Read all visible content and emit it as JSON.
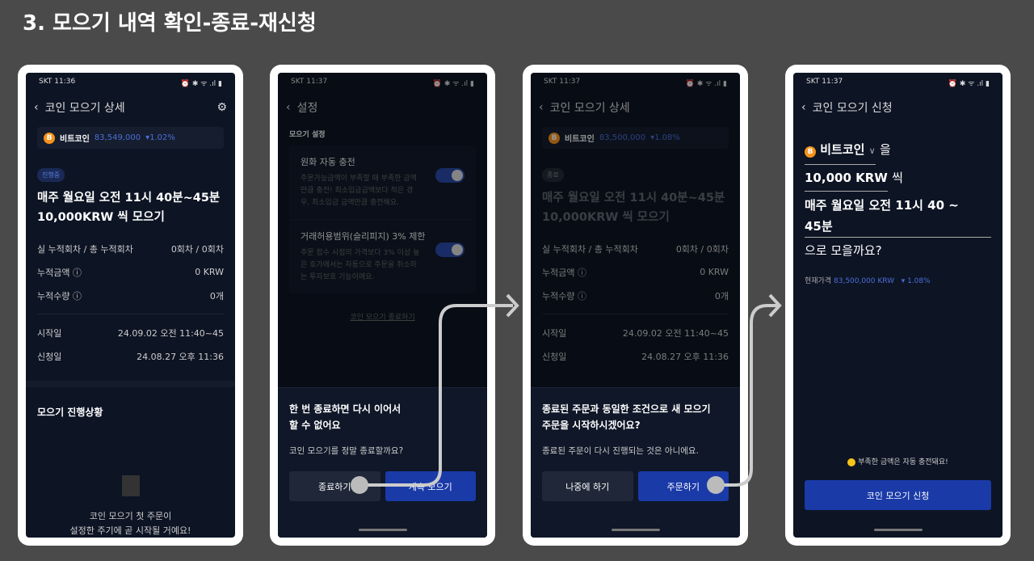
{
  "title": "3. 모으기 내역 확인-종료-재신청",
  "status": [
    {
      "carrier": "SKT 11:36"
    },
    {
      "carrier": "SKT 11:37"
    },
    {
      "carrier": "SKT 11:37"
    },
    {
      "carrier": "SKT 11:37"
    }
  ],
  "s1": {
    "header": "코인 모으기 상세",
    "coin": "비트코인",
    "price": "83,549,000",
    "change": "▾1.02%",
    "badge": "진행중",
    "line1": "매주 월요일 오전 11시 40분~45분",
    "line2": "10,000KRW 씩 모으기",
    "rows": [
      {
        "k": "실 누적회차 / 총 누적회차",
        "v": "0회차 / 0회차"
      },
      {
        "k": "누적금액 ⓘ",
        "v": "0 KRW"
      },
      {
        "k": "누적수량 ⓘ",
        "v": "0개"
      }
    ],
    "dates": [
      {
        "k": "시작일",
        "v": "24.09.02 오전 11:40~45"
      },
      {
        "k": "신청일",
        "v": "24.08.27 오후 11:36"
      }
    ],
    "progress_title": "모으기 진행상황",
    "empty1": "코인 모으기 첫 주문이",
    "empty2": "설정한 주기에 곧 시작될 거예요!"
  },
  "s2": {
    "header": "설정",
    "section": "모으기 설정",
    "settings": [
      {
        "title": "원화 자동 충전",
        "desc": "주문가능금액이 부족할 때 부족한 금액만큼 충전! 최소입금금액보다 적은 경우, 최소입금 금액만큼 충전해요.",
        "on": true
      },
      {
        "title": "거래허용범위(슬리피지) 3% 제한",
        "desc": "주문 접수 시점의 가격보다 3% 이상 높은 호가에서는 자동으로 주문을 취소하는 투자보호 기능이에요.",
        "on": true
      }
    ],
    "end_link": "코인 모으기 종료하기",
    "sheet_title1": "한 번 종료하면 다시 이어서",
    "sheet_title2": "할 수 없어요",
    "sheet_body": "코인 모으기를 정말 종료할까요?",
    "btn_end": "종료하기",
    "btn_continue": "계속 모으기"
  },
  "s3": {
    "header": "코인 모으기 상세",
    "coin": "비트코인",
    "price": "83,500,000",
    "change": "▾1.08%",
    "badge": "종료",
    "line1": "매주 월요일 오전 11시 40분~45분",
    "line2": "10,000KRW 씩 모으기",
    "rows": [
      {
        "k": "실 누적회차 / 총 누적회차",
        "v": "0회차 / 0회차"
      },
      {
        "k": "누적금액 ⓘ",
        "v": "0 KRW"
      },
      {
        "k": "누적수량 ⓘ",
        "v": "0개"
      }
    ],
    "dates": [
      {
        "k": "시작일",
        "v": "24.09.02 오전 11:40~45"
      },
      {
        "k": "신청일",
        "v": "24.08.27 오후 11:36"
      }
    ],
    "sheet_title1": "종료된 주문과 동일한 조건으로 새 모으기",
    "sheet_title2": "주문을 시작하시겠어요?",
    "sheet_body": "종료된 주문이 다시 진행되는 것은 아니에요.",
    "btn_later": "나중에 하기",
    "btn_order": "주문하기"
  },
  "s4": {
    "header": "코인 모으기 신청",
    "coin": "비트코인",
    "coin_suffix": "을",
    "amount": "10,000 KRW",
    "amount_suffix": "씩",
    "schedule1": "매주 월요일 오전 11시 40 ~",
    "schedule2": "45분",
    "end": "으로 모을까요?",
    "price_label": "현재가격",
    "price": "83,500,000 KRW",
    "change": "▾ 1.08%",
    "notice": "부족한 금액은 자동 충전돼요!",
    "submit": "코인 모으기 신청"
  },
  "colors": {
    "accent": "#1a3aa8",
    "bg": "#0d1424",
    "bitcoin": "#f7931a"
  }
}
